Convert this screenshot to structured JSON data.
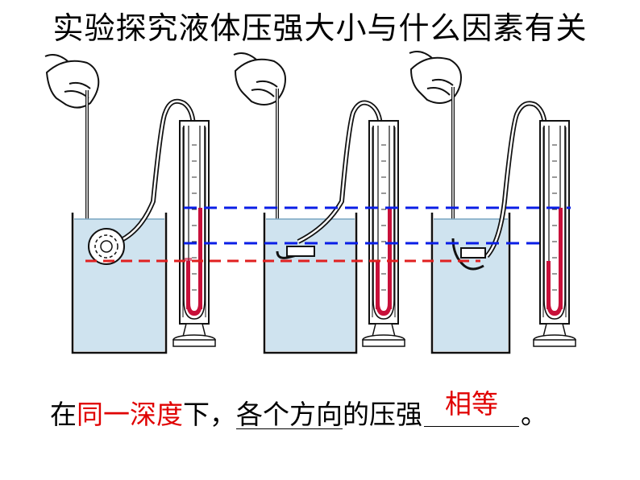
{
  "title": "实验探究液体压强大小与什么因素有关",
  "caption": {
    "prefix": "在",
    "same_depth": "同一深度",
    "mid": "下，",
    "directions": "各个方向",
    "suffix_text": "的压强",
    "answer": "相等",
    "end": "。"
  },
  "colors": {
    "water": "#cfe3ef",
    "liquid_red": "#c8103a",
    "blue_dash": "#0a1ee6",
    "red_dash": "#e02020",
    "answer_red": "#e00000"
  },
  "diagram": {
    "setups": [
      {
        "name": "setup-1",
        "probe_orientation": "facing-side"
      },
      {
        "name": "setup-2",
        "probe_orientation": "facing-up"
      },
      {
        "name": "setup-3",
        "probe_orientation": "facing-down"
      }
    ]
  }
}
